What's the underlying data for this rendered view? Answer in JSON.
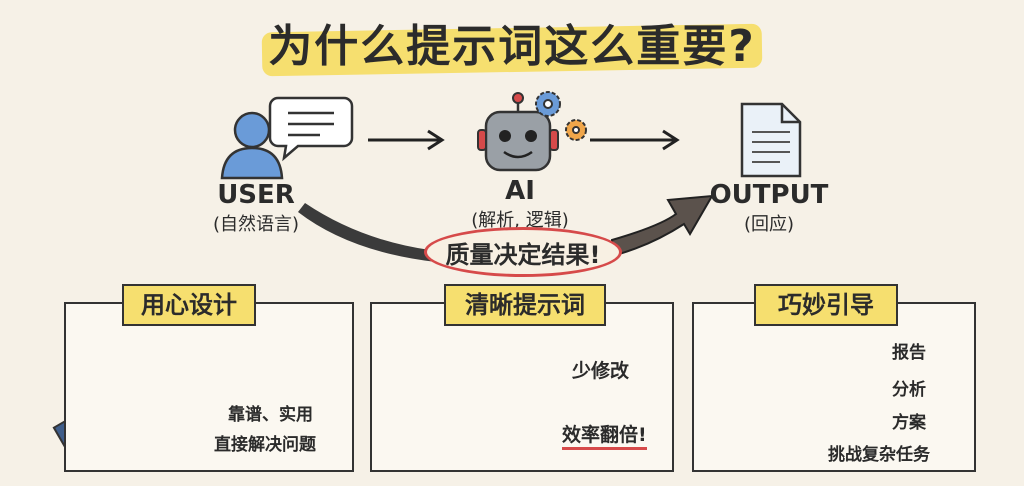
{
  "title": "为什么提示词这么重要?",
  "flow": {
    "user": {
      "label": "USER",
      "sub": "(自然语言)"
    },
    "ai": {
      "label": "AI",
      "sub": "(解析, 逻辑)"
    },
    "output": {
      "label": "OUTPUT",
      "sub": "(回应)"
    },
    "center_message": "质量决定结果!"
  },
  "panels": [
    {
      "tag": "用心设计",
      "items": [
        "靠谱、实用",
        "直接解决问题"
      ]
    },
    {
      "tag": "清晰提示词",
      "items": [
        "少修改",
        "效率翻倍!"
      ]
    },
    {
      "tag": "巧妙引导",
      "items": [
        "报告",
        "分析",
        "方案",
        "挑战复杂任务"
      ]
    }
  ],
  "colors": {
    "highlight": "#f6df6f",
    "accent_red": "#d64a4a",
    "blue": "#6a9bd8",
    "green": "#7cc36a"
  }
}
